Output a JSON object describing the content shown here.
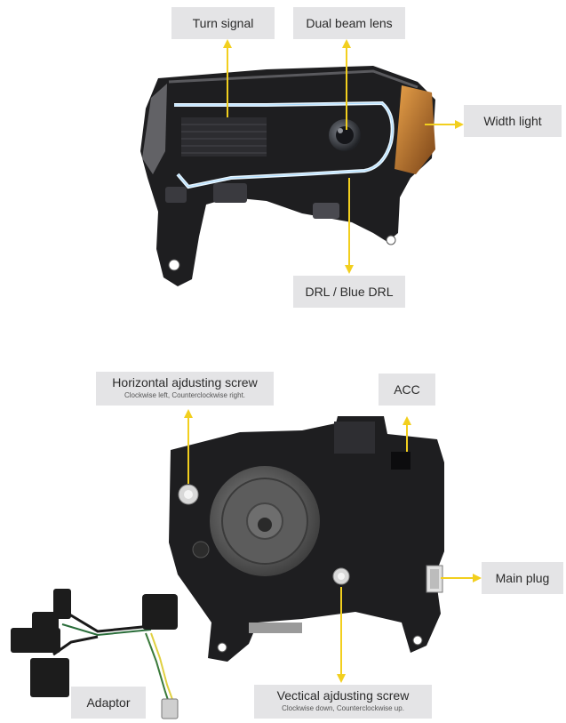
{
  "labels": {
    "turn_signal": "Turn signal",
    "dual_beam_lens": "Dual beam lens",
    "width_light": "Width light",
    "drl": "DRL / Blue DRL",
    "horizontal_screw": "Horizontal ajdusting screw",
    "horizontal_screw_sub": "Clockwise left, Counterclockwise right.",
    "acc": "ACC",
    "main_plug": "Main plug",
    "vertical_screw": "Vectical ajdusting screw",
    "vertical_screw_sub": "Clockwise down, Counterclockwise up.",
    "adaptor": "Adaptor"
  },
  "colors": {
    "label_bg": "#e4e4e6",
    "arrow": "#f2cf1e",
    "housing": "#1e1e20",
    "drl_glow": "#e8f6ff",
    "amber": "#c97a2a"
  }
}
